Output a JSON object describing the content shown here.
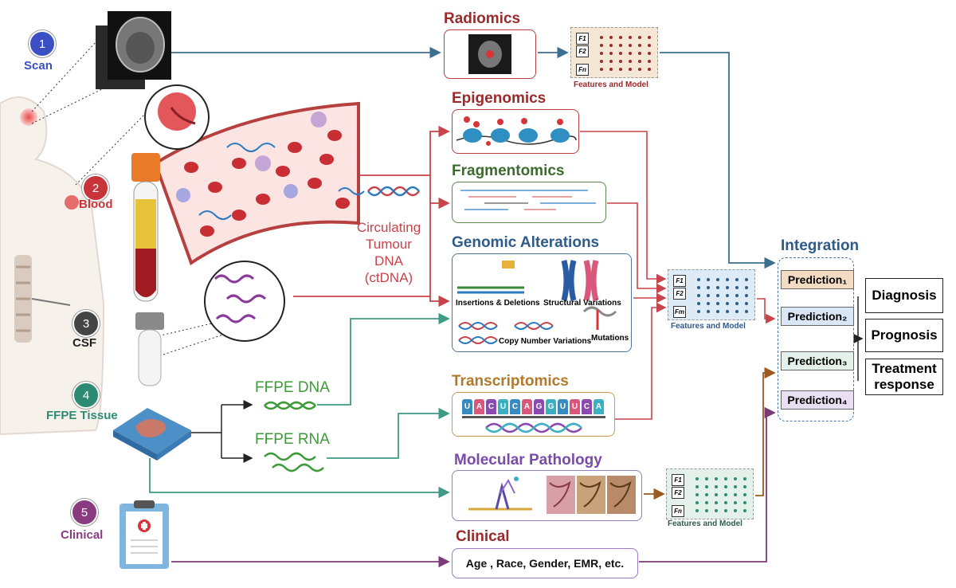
{
  "sources": [
    {
      "num": "1",
      "label": "Scan",
      "color": "#3a4fc1"
    },
    {
      "num": "2",
      "label": "Blood",
      "color": "#c8343a"
    },
    {
      "num": "3",
      "label": "CSF",
      "color": "#222222"
    },
    {
      "num": "4",
      "label": "FFPE Tissue",
      "color": "#2e8b73"
    },
    {
      "num": "5",
      "label": "Clinical",
      "color": "#8a3a80"
    }
  ],
  "ctdna": {
    "line1": "Circulating",
    "line2": "Tumour",
    "line3": "DNA",
    "line4": "(ctDNA)"
  },
  "ffpe": {
    "dna": "FFPE DNA",
    "rna": "FFPE RNA"
  },
  "sections": {
    "radiomics": "Radiomics",
    "epigenomics": "Epigenomics",
    "fragmentomics": "Fragmentomics",
    "genomic": "Genomic Alterations",
    "transcriptomics": "Transcriptomics",
    "molpath": "Molecular Pathology",
    "clinical": "Clinical"
  },
  "genomic_items": {
    "insertions": "Insertions & Deletions",
    "structural": "Structural Variations",
    "cnv": "Copy Number Variations",
    "mutations": "Mutations"
  },
  "transcript_letters": [
    "U",
    "A",
    "C",
    "U",
    "C",
    "A",
    "G",
    "G",
    "U",
    "U",
    "C",
    "A"
  ],
  "clinical_text": "Age , Race,  Gender, EMR, etc.",
  "features_label": "Features and Model",
  "feature_boxes": {
    "top": [
      "F1",
      "F2",
      "Fn"
    ],
    "mid": [
      "F1",
      "F2",
      "Fm"
    ],
    "bottom": [
      "F1",
      "F2",
      "Fn"
    ]
  },
  "integration": "Integration",
  "predictions": [
    {
      "label": "Prediction₁",
      "bg": "#f3dcc1"
    },
    {
      "label": "Prediction₂",
      "bg": "#d9e6f5"
    },
    {
      "label": "Prediction₃",
      "bg": "#e3f1ea"
    },
    {
      "label": "Prediction₄",
      "bg": "#e8e0f2"
    }
  ],
  "outputs": {
    "diagnosis": "Diagnosis",
    "prognosis": "Prognosis",
    "treatment_line1": "Treatment",
    "treatment_line2": "response"
  },
  "colors": {
    "radiomics": "#9b2a2a",
    "epigenomics": "#9b2a2a",
    "fragmentomics": "#3c6b2e",
    "genomic": "#2f5b8a",
    "transcriptomics": "#b07a2a",
    "molpath": "#7a4aa8",
    "clinical": "#9b2a2a",
    "arrow_blue": "#3b6e8f",
    "arrow_red": "#c8434a",
    "arrow_teal": "#3f9a85",
    "arrow_purple": "#7a3b78",
    "arrow_brown": "#9a5a22",
    "integration": "#2f5b8a"
  }
}
